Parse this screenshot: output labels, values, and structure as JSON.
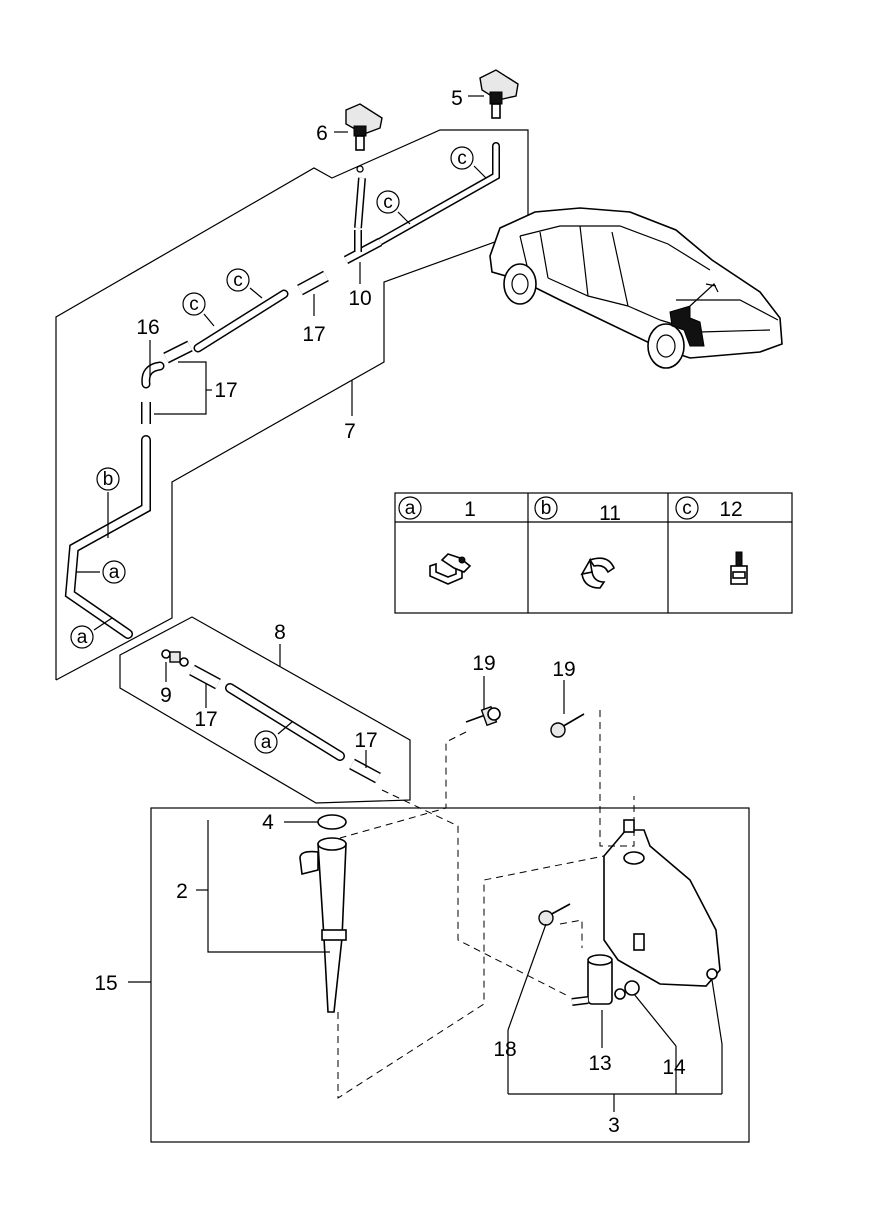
{
  "callouts": {
    "n1": "1",
    "n2": "2",
    "n3": "3",
    "n4": "4",
    "n5": "5",
    "n6": "6",
    "n7": "7",
    "n8": "8",
    "n9": "9",
    "n10": "10",
    "n11": "11",
    "n12": "12",
    "n13": "13",
    "n14": "14",
    "n15": "15",
    "n16": "16",
    "n17": "17",
    "n18": "18",
    "n19": "19"
  },
  "letters": {
    "a": "a",
    "b": "b",
    "c": "c"
  },
  "legend": {
    "cols": [
      {
        "letter": "a",
        "number": "1"
      },
      {
        "letter": "b",
        "number": "11"
      },
      {
        "letter": "c",
        "number": "12"
      }
    ]
  }
}
